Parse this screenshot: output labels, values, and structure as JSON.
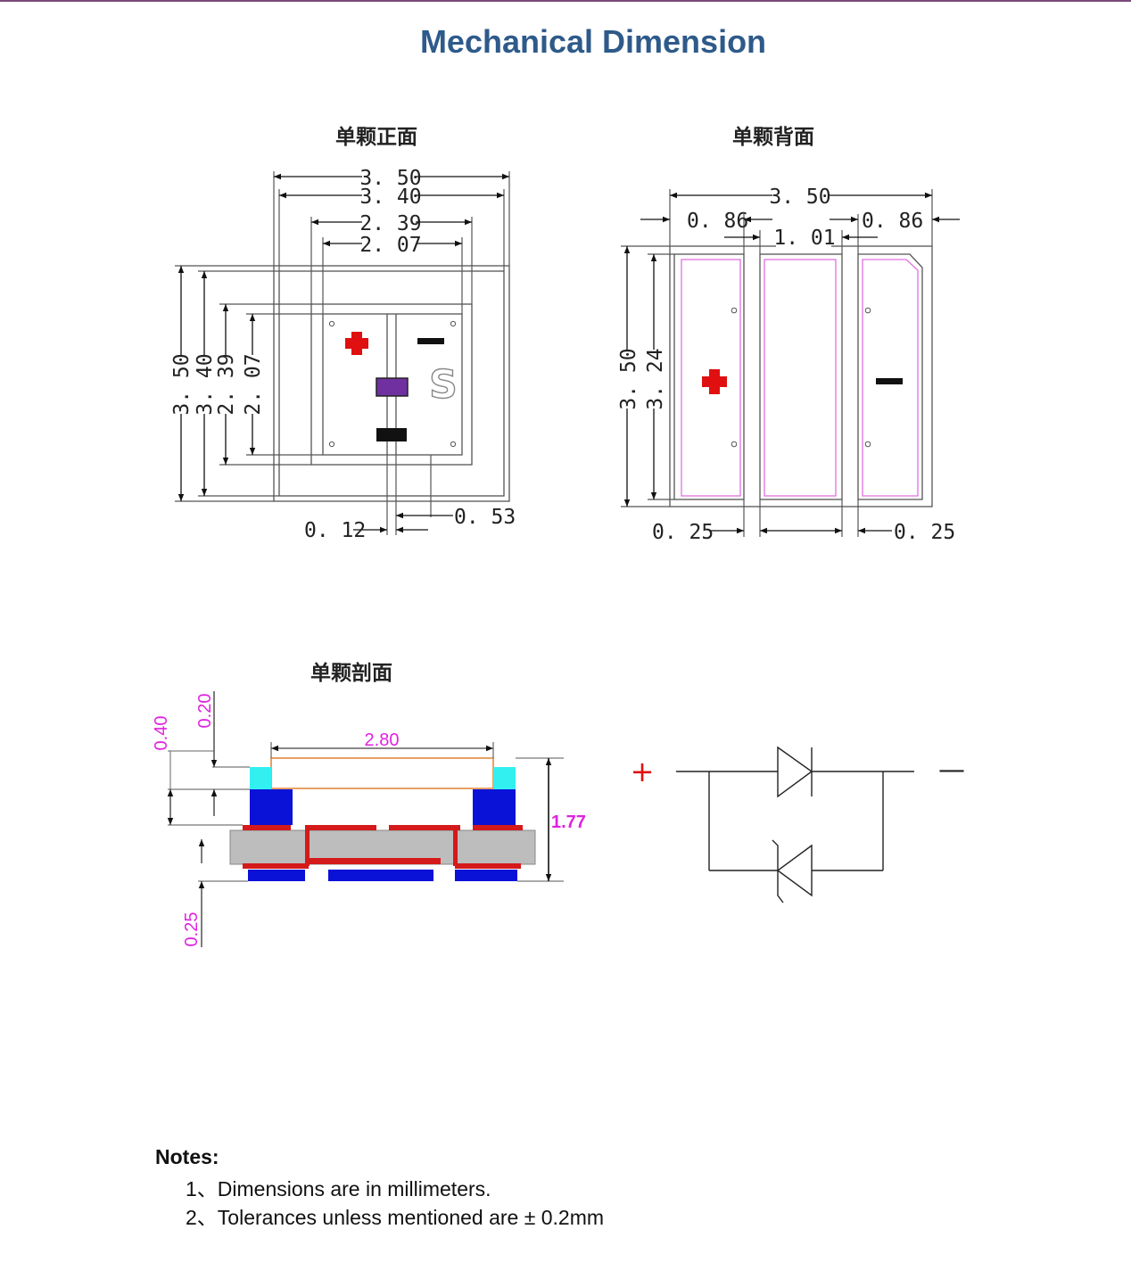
{
  "title": "Mechanical Dimension",
  "views": {
    "front": {
      "caption": "单颗正面",
      "dims": {
        "w350": "3. 50",
        "w340": "3. 40",
        "w239": "2. 39",
        "w207": "2. 07",
        "h350": "3. 50",
        "h340": "3. 40",
        "h239": "2. 39",
        "h207": "2. 07",
        "gap012": "0. 12",
        "gap053": "0. 53"
      },
      "plus": "+",
      "minus": "−",
      "s_mark": "S"
    },
    "back": {
      "caption": "单颗背面",
      "dims": {
        "w350": "3. 50",
        "l086": "0. 86",
        "r086": "0. 86",
        "m101": "1. 01",
        "h350": "3. 50",
        "h324": "3. 24",
        "l025": "0. 25",
        "r025": "0. 25"
      },
      "plus": "+",
      "minus": "−"
    },
    "section": {
      "caption": "单颗剖面",
      "dims": {
        "d040": "0.40",
        "d020": "0.20",
        "d280": "2.80",
        "d177": "1.77",
        "d025": "0.25"
      }
    },
    "circuit": {
      "plus": "+",
      "minus": "—"
    }
  },
  "colors": {
    "title": "#2e5a8a",
    "pad_red": "#e01010",
    "pad_blue": "#0a12d8",
    "pcb_gray": "#bdbdbd",
    "trace_red": "#d41a1a",
    "lens_cyan": "#33f0f0",
    "magenta": "#e022e0",
    "chip_purple": "#7030a0"
  },
  "notes": {
    "heading": "Notes:",
    "items": [
      "1、Dimensions are in millimeters.",
      "2、Tolerances unless mentioned are ± 0.2mm"
    ]
  }
}
